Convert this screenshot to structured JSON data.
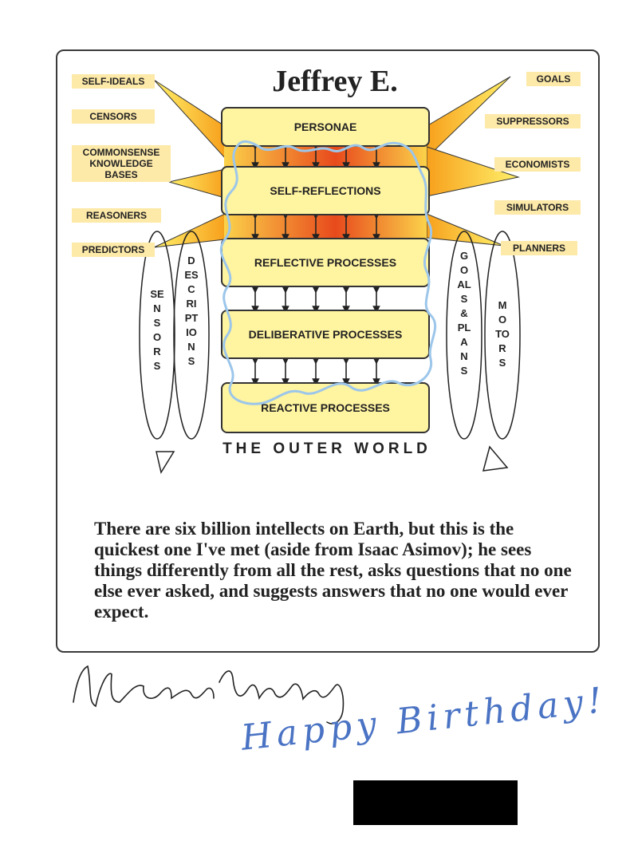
{
  "title": "Jeffrey E.",
  "left_tags": [
    "SELF-IDEALS",
    "CENSORS",
    "COMMONSENSE\nKNOWLEDGE\nBASES",
    "REASONERS",
    "PREDICTORS"
  ],
  "right_tags": [
    "GOALS",
    "SUPPRESSORS",
    "ECONOMISTS",
    "SIMULATORS",
    "PLANNERS"
  ],
  "layers": [
    "PERSONAE",
    "SELF-REFLECTIONS",
    "REFLECTIVE PROCESSES",
    "DELIBERATIVE PROCESSES",
    "REACTIVE PROCESSES"
  ],
  "columns": {
    "sensors": "SENSORS",
    "descriptions": "DESCRIPTIONS",
    "goals_plans": "GOALS & PLANS",
    "motors": "MOTORS"
  },
  "outer_world": "THE OUTER WORLD",
  "quote": "There are six billion intellects on Earth, but this is the quickest one I've met (aside from Isaac Asimov); he sees things differently from all the rest, asks questions that no one else ever asked, and suggests answers that no one would ever expect.",
  "signature": "Marvin Minsky",
  "greeting": "Happy Birthday!",
  "colors": {
    "layer_fill": "#fff4a0",
    "tag_fill": "#fde9a8",
    "wedge_inner": "#f7a01c",
    "wedge_outer": "#fff06a",
    "band_hot": "#e84a1c",
    "squiggle": "#9cc6ea",
    "handwriting_blue": "#4a73c4"
  }
}
